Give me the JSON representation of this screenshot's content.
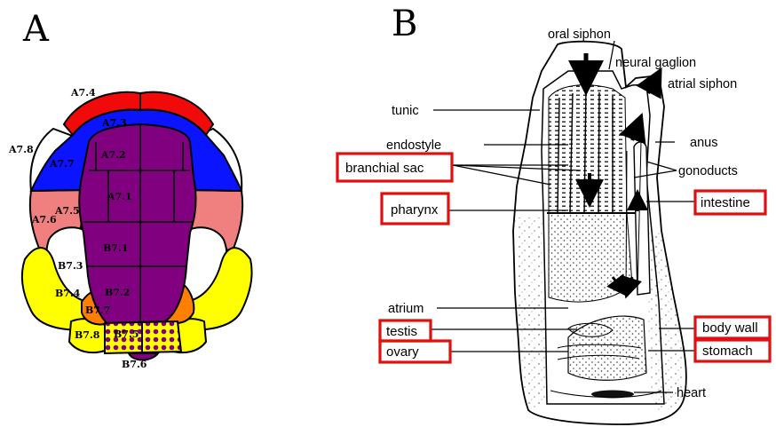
{
  "panel_a": {
    "letter": "A",
    "labels": {
      "a74": "A7.4",
      "a73": "A7.3",
      "a78": "A7.8",
      "a77": "A7.7",
      "a72": "A7.2",
      "a71": "A7.1",
      "a75": "A7.5",
      "a76": "A7.6",
      "b73": "B7.3",
      "b71": "B7.1",
      "b74": "B7.4",
      "b72": "B7.2",
      "b77": "B7.7",
      "b78": "B7.8",
      "b75": "B7.5",
      "b76": "B7.6"
    },
    "colors": {
      "red": "#f00a0a",
      "blue": "#0a14ff",
      "purple": "#800080",
      "salmon": "#f08080",
      "yellow": "#ffff00",
      "orange": "#ff8000",
      "white": "#ffffff",
      "dot_bg": "#ffff00",
      "dot": "#800080"
    }
  },
  "panel_b": {
    "letter": "B",
    "labels": {
      "oral_siphon": "oral siphon",
      "neural_ganglion": "neural gaglion",
      "atrial_siphon": "atrial siphon",
      "tunic": "tunic",
      "endostyle": "endostyle",
      "anus": "anus",
      "branchial_sac": "branchial sac",
      "gonoducts": "gonoducts",
      "pharynx": "pharynx",
      "intestine": "intestine",
      "atrium": "atrium",
      "testis": "testis",
      "body_wall": "body wall",
      "ovary": "ovary",
      "stomach": "stomach",
      "heart": "heart"
    },
    "highlight_color": "#e01010"
  }
}
